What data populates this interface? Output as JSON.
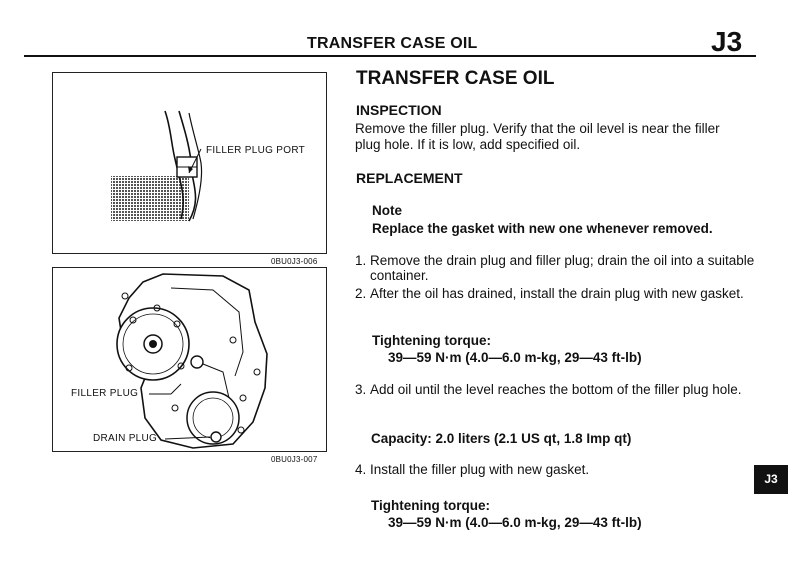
{
  "header": {
    "title": "TRANSFER CASE OIL",
    "code": "J3"
  },
  "figures": {
    "fig1": {
      "label": "FILLER PLUG PORT",
      "code": "0BU0J3-006"
    },
    "fig2": {
      "filler_label": "FILLER PLUG",
      "drain_label": "DRAIN PLUG",
      "code": "0BU0J3-007"
    }
  },
  "content": {
    "title": "TRANSFER CASE OIL",
    "inspection": {
      "heading": "INSPECTION",
      "line1": "Remove the filler plug. Verify that the oil level is near the filler",
      "line2": "plug hole. If it is low, add specified oil."
    },
    "replacement": {
      "heading": "REPLACEMENT",
      "note_title": "Note",
      "note_text": "Replace the gasket with new one whenever removed."
    },
    "steps": [
      {
        "num": "1.",
        "text": "Remove the drain plug and filler plug; drain the oil into a suitable container."
      },
      {
        "num": "2.",
        "text": "After the oil has drained, install the drain plug with new gasket."
      },
      {
        "num": "3.",
        "text": "Add oil until the level reaches the bottom of the filler plug hole."
      },
      {
        "num": "4.",
        "text": "Install the filler plug with new gasket."
      }
    ],
    "torque1": {
      "label": "Tightening torque:",
      "value": "39—59 N·m (4.0—6.0 m-kg, 29—43 ft-lb)"
    },
    "capacity": "Capacity: 2.0 liters (2.1 US qt, 1.8 Imp qt)",
    "torque2": {
      "label": "Tightening torque:",
      "value": "39—59 N·m (4.0—6.0 m-kg, 29—43 ft-lb)"
    }
  },
  "side_tab": "J3"
}
